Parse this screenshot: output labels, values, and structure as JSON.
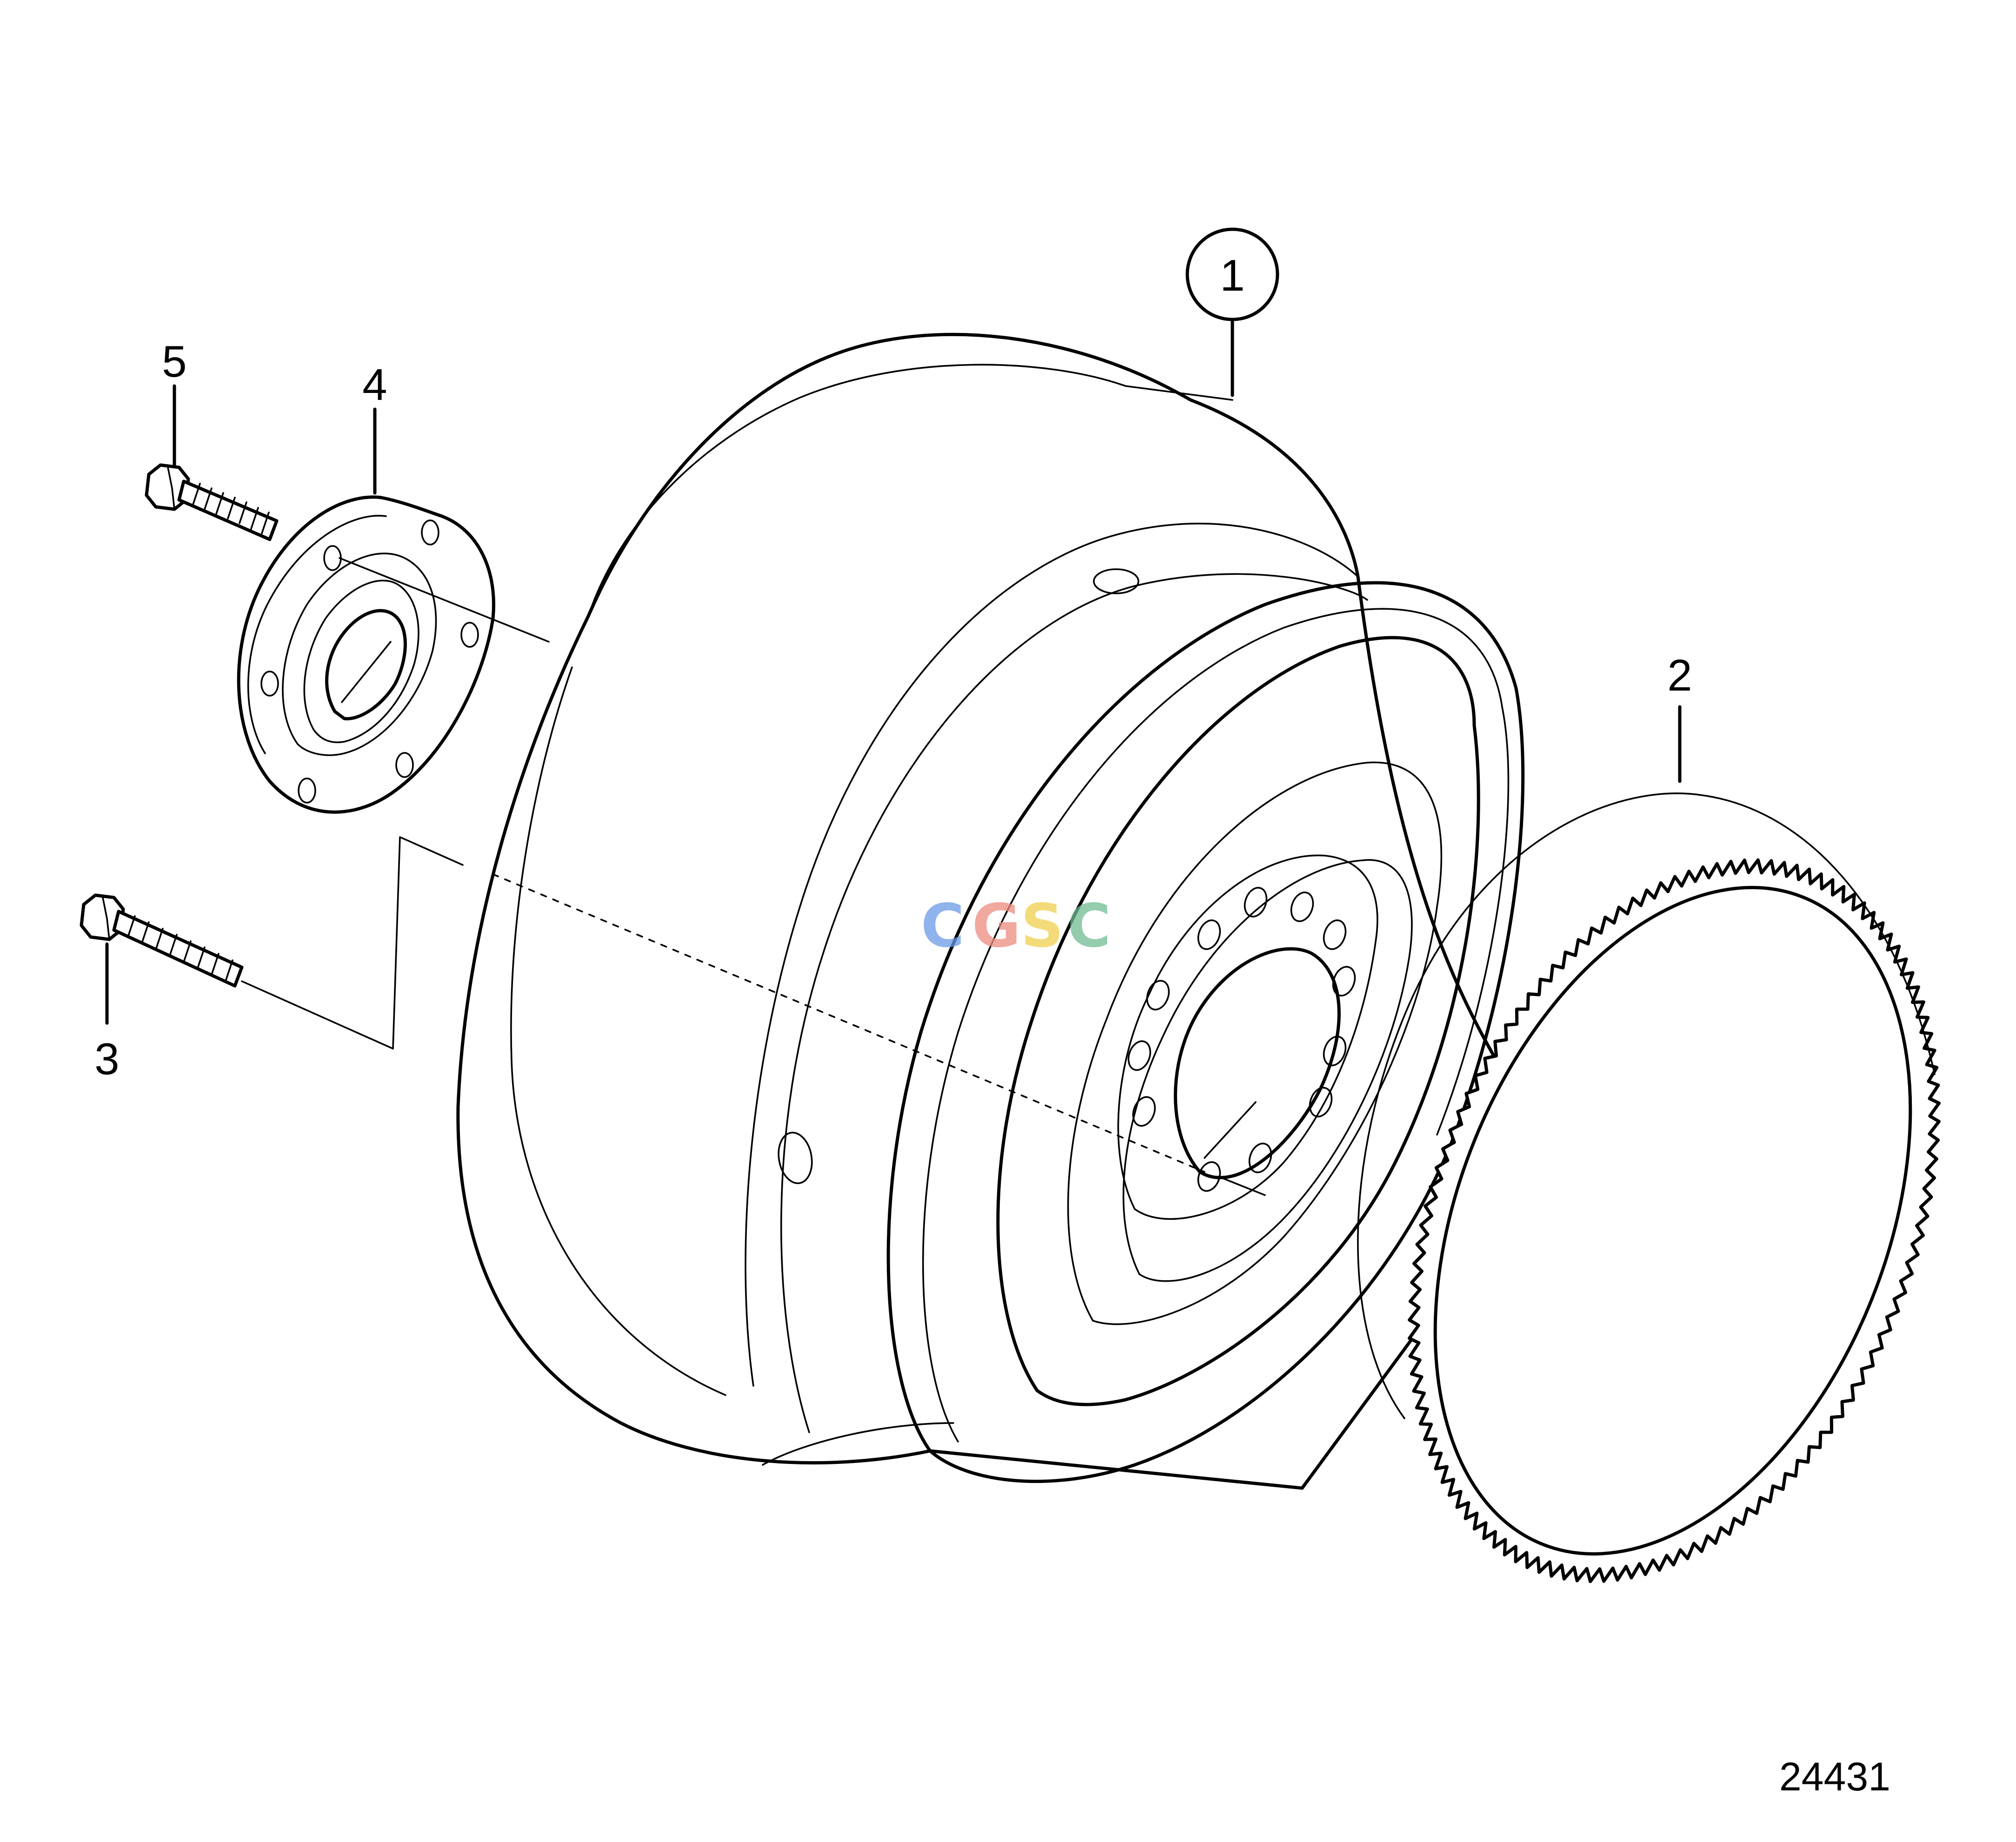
{
  "callouts": [
    {
      "id": "1",
      "text": "1"
    },
    {
      "id": "2",
      "text": "2"
    },
    {
      "id": "3",
      "text": "3"
    },
    {
      "id": "4",
      "text": "4"
    },
    {
      "id": "5",
      "text": "5"
    }
  ],
  "figure_number": "24431",
  "watermark": {
    "letters": [
      "C",
      "G",
      "S",
      "C"
    ],
    "colors": [
      "#6a9ae8",
      "#ec8c80",
      "#f1cf4d",
      "#6fbd94"
    ]
  },
  "parts": [
    {
      "callout": "1",
      "name": "flywheel"
    },
    {
      "callout": "2",
      "name": "ring-gear"
    },
    {
      "callout": "3",
      "name": "flywheel-bolt"
    },
    {
      "callout": "4",
      "name": "flange"
    },
    {
      "callout": "5",
      "name": "flange-bolt"
    }
  ]
}
